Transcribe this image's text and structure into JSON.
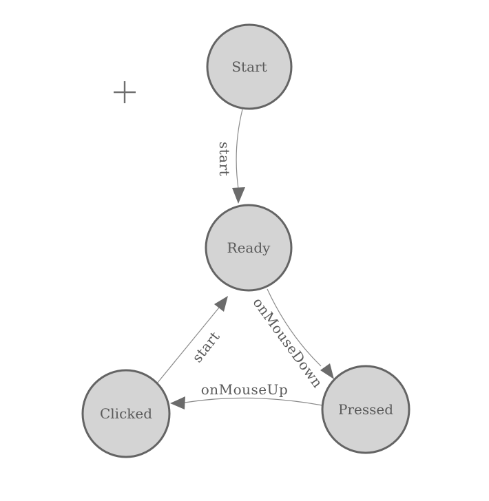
{
  "diagram": {
    "colors": {
      "canvas_bg": "#ffffff",
      "node_fill": "#d4d4d4",
      "node_stroke": "#646464",
      "edge_color": "#8a8a8a",
      "arrow_color": "#6b6b6b",
      "text_color": "#5a5a5a",
      "plus_color": "#6e6e6e"
    },
    "nodes": [
      {
        "id": "start",
        "label": "Start"
      },
      {
        "id": "ready",
        "label": "Ready"
      },
      {
        "id": "clicked",
        "label": "Clicked"
      },
      {
        "id": "pressed",
        "label": "Pressed"
      }
    ],
    "edges": [
      {
        "id": "start-to-ready",
        "from": "Start",
        "to": "Ready",
        "label": "start"
      },
      {
        "id": "clicked-to-ready",
        "from": "Clicked",
        "to": "Ready",
        "label": "start"
      },
      {
        "id": "ready-to-pressed",
        "from": "Ready",
        "to": "Pressed",
        "label": "onMouseDown"
      },
      {
        "id": "pressed-to-clicked",
        "from": "Pressed",
        "to": "Clicked",
        "label": "onMouseUp"
      }
    ],
    "cursor": {
      "type": "plus-crosshair"
    }
  }
}
